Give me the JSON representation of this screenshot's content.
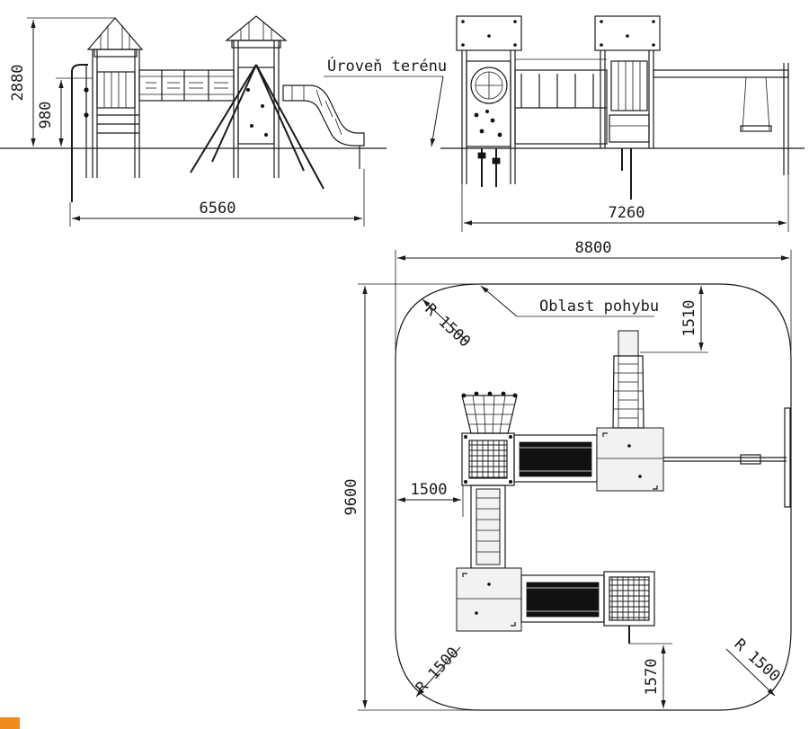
{
  "dimensions": {
    "total_height": "2880",
    "platform_height": "980",
    "side_view_length": "6560",
    "front_view_length": "7260",
    "plan_width": "8800",
    "plan_depth": "9600",
    "offset_top": "1510",
    "offset_left": "1500",
    "offset_bottom": "1570",
    "radius_top_left": "R 1500",
    "radius_bottom_left": "R 1500",
    "radius_bottom_right": "R 1500"
  },
  "labels": {
    "ground_level": "Úroveň terénu",
    "movement_area": "Oblast pohybu"
  },
  "colors": {
    "line": "#1a1a1a",
    "corner_mark": "#f08c1e"
  }
}
